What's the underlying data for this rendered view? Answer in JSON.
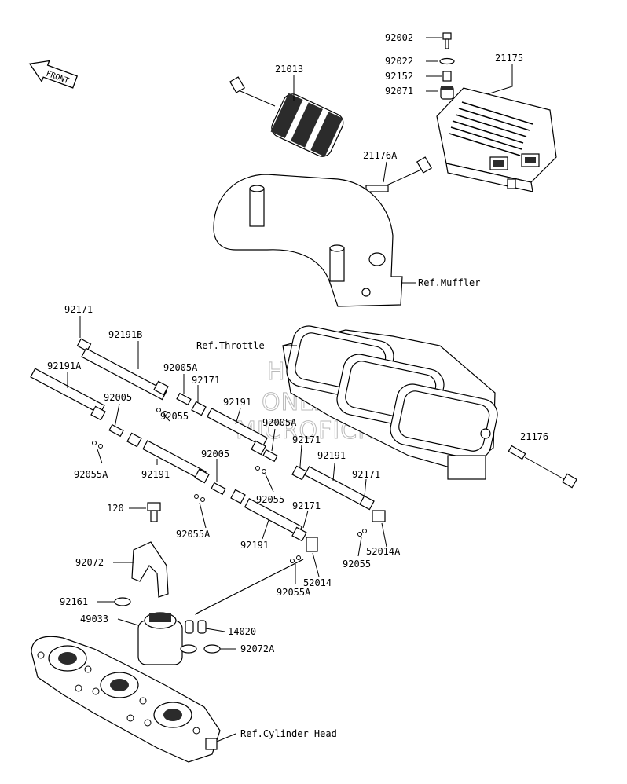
{
  "front_label": "FRONT",
  "watermark": [
    "HEMS",
    "ONLINE",
    "MICROFICHE"
  ],
  "refs": {
    "muffler": "Ref.Muffler",
    "throttle": "Ref.Throttle",
    "cylinder_head": "Ref.Cylinder Head"
  },
  "callouts": {
    "p92002": "92002",
    "p92022": "92022",
    "p92152": "92152",
    "p92071": "92071",
    "p21175": "21175",
    "p21013": "21013",
    "p21176A": "21176A",
    "p21176": "21176",
    "p92171_a": "92171",
    "p92191B": "92191B",
    "p92191A": "92191A",
    "p92005A_a": "92005A",
    "p92171_b": "92171",
    "p92005_a": "92005",
    "p92055_a": "92055",
    "p92191_a": "92191",
    "p92005A_b": "92005A",
    "p92171_c": "92171",
    "p92055A_a": "92055A",
    "p92191_b": "92191",
    "p92005_b": "92005",
    "p92191_c": "92191",
    "p92055_b": "92055",
    "p92171_d": "92171",
    "p120": "120",
    "p92055A_b": "92055A",
    "p92191_d": "92191",
    "p92171_e": "92171",
    "p52014A": "52014A",
    "p92072": "92072",
    "p52014": "52014",
    "p92055_c": "92055",
    "p92055A_c": "92055A",
    "p92161": "92161",
    "p49033": "49033",
    "p14020": "14020",
    "p92072A": "92072A"
  }
}
